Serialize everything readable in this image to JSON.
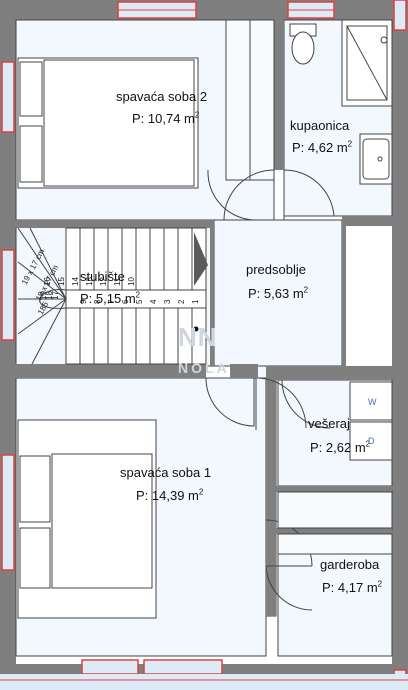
{
  "rooms": [
    {
      "id": "spavaca-soba-2",
      "name": "spavaća soba 2",
      "area_prefix": "P: ",
      "area_value": "10,74 m",
      "area_unit_sup": "2"
    },
    {
      "id": "kupaonica",
      "name": "kupaonica",
      "area_prefix": "P: ",
      "area_value": "4,62 m",
      "area_unit_sup": "2"
    },
    {
      "id": "stubiste",
      "name": "stubište",
      "area_prefix": "P: ",
      "area_value": "5,15 m",
      "area_unit_sup": "2"
    },
    {
      "id": "predsoblje",
      "name": "predsoblje",
      "area_prefix": "P: ",
      "area_value": "5,63 m",
      "area_unit_sup": "2"
    },
    {
      "id": "veseraj",
      "name": "vešeraj",
      "area_prefix": "P: ",
      "area_value": "2,62 m",
      "area_unit_sup": "2"
    },
    {
      "id": "spavaca-soba-1",
      "name": "spavaća soba 1",
      "area_prefix": "P: ",
      "area_value": "14,39 m",
      "area_unit_sup": "2"
    },
    {
      "id": "garderoba",
      "name": "garderoba",
      "area_prefix": "P: ",
      "area_value": "4,17 m",
      "area_unit_sup": "2"
    }
  ],
  "stairs": {
    "step_numbers": [
      "1",
      "2",
      "3",
      "4",
      "5",
      "6",
      "7",
      "8",
      "9",
      "10",
      "11",
      "12",
      "13",
      "14",
      "15",
      "16",
      "17",
      "18",
      "19"
    ],
    "dim_upper": "19 x 17 cm",
    "dim_lower": "19 x 27 cm",
    "dim_extra": "185"
  },
  "washer_labels": [
    "W",
    "D"
  ],
  "watermark": {
    "logo": "NN",
    "text": "NOLA"
  },
  "colors": {
    "wall": "#7f7f7f",
    "floor": "#f2f8fd",
    "outline": "#444444",
    "window": "#e0413b",
    "window_glass": "#dcebf7",
    "stair_arrow": "#5a5a5a"
  }
}
